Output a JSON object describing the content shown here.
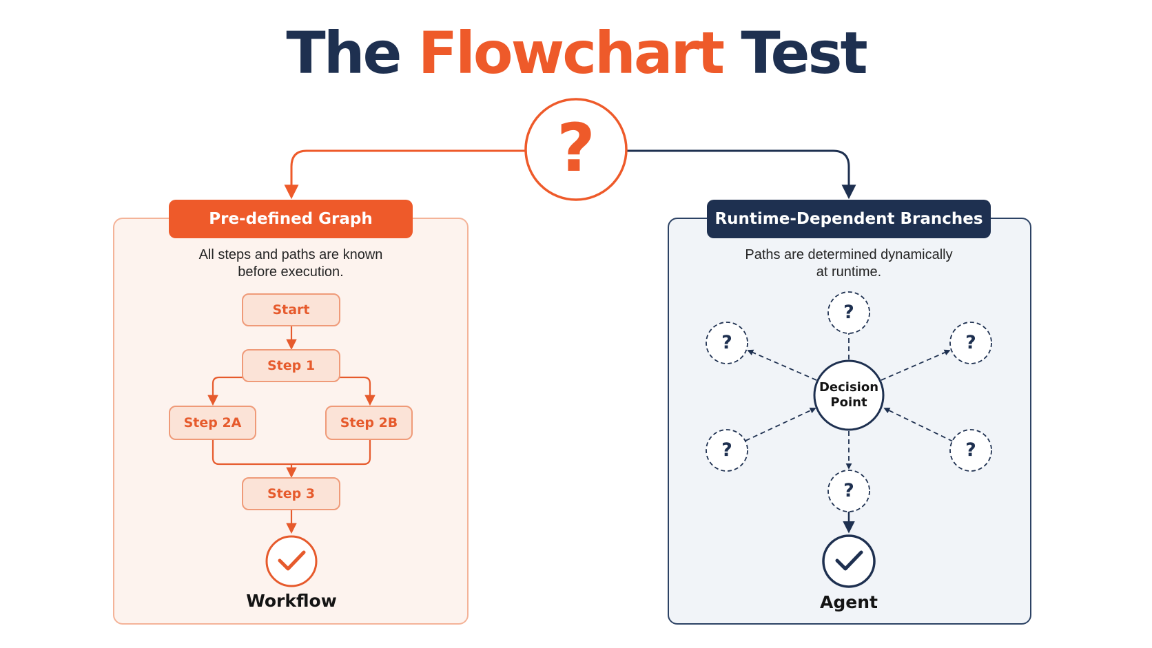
{
  "title": {
    "part1": "The",
    "part2": "Flowchart",
    "part3": "Test"
  },
  "center_symbol": "?",
  "left_panel": {
    "tag": "Pre-defined Graph",
    "description_line1": "All steps and paths are known",
    "description_line2": "before execution.",
    "steps": {
      "start": "Start",
      "step1": "Step 1",
      "step2a": "Step 2A",
      "step2b": "Step 2B",
      "step3": "Step 3"
    },
    "caption": "Workflow"
  },
  "right_panel": {
    "tag": "Runtime-Dependent Branches",
    "description_line1": "Paths are determined dynamically",
    "description_line2": "at runtime.",
    "decision_line1": "Decision",
    "decision_line2": "Point",
    "unknown_symbol": "?",
    "caption": "Agent"
  },
  "colors": {
    "accent": "#ee5a2a",
    "navy": "#1e3050",
    "left_panel_bg": "#fdf3ee",
    "right_panel_bg": "#f1f4f8",
    "step_fill": "#fbe3d7"
  },
  "icons": [
    "question-mark-icon",
    "checkmark-icon"
  ]
}
